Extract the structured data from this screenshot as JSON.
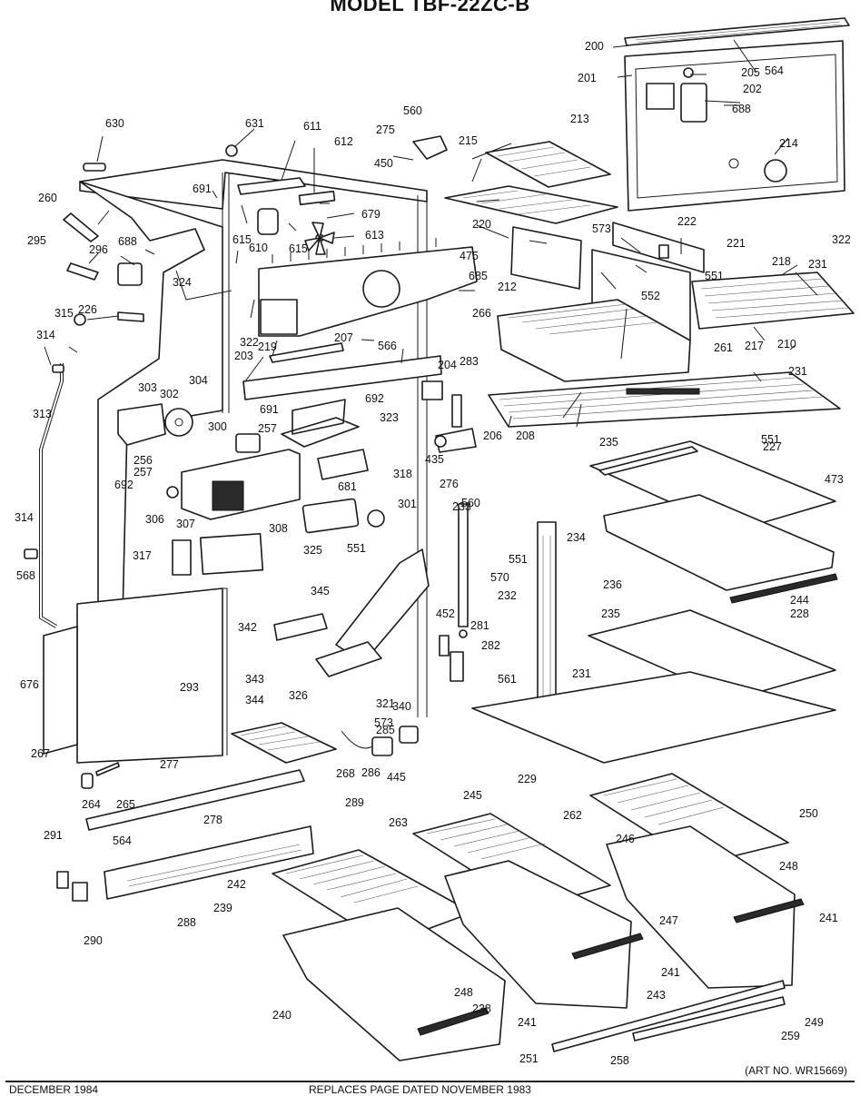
{
  "title": "MODEL TBF-22ZC-B",
  "art_number": "(ART NO. WR15669)",
  "footer": {
    "date": "DECEMBER 1984",
    "replaces": "REPLACES PAGE DATED NOVEMBER 1983"
  },
  "callouts": [
    {
      "id": "200",
      "label": "200"
    },
    {
      "id": "201",
      "label": "201"
    },
    {
      "id": "202",
      "label": "202"
    },
    {
      "id": "203",
      "label": "203"
    },
    {
      "id": "204",
      "label": "204"
    },
    {
      "id": "205",
      "label": "205"
    },
    {
      "id": "206",
      "label": "206"
    },
    {
      "id": "207",
      "label": "207"
    },
    {
      "id": "208",
      "label": "208"
    },
    {
      "id": "210",
      "label": "210"
    },
    {
      "id": "212",
      "label": "212"
    },
    {
      "id": "213",
      "label": "213"
    },
    {
      "id": "214",
      "label": "214"
    },
    {
      "id": "215",
      "label": "215"
    },
    {
      "id": "217",
      "label": "217"
    },
    {
      "id": "218",
      "label": "218"
    },
    {
      "id": "219",
      "label": "219"
    },
    {
      "id": "220",
      "label": "220"
    },
    {
      "id": "221",
      "label": "221"
    },
    {
      "id": "222",
      "label": "222"
    },
    {
      "id": "226",
      "label": "226"
    },
    {
      "id": "227",
      "label": "227"
    },
    {
      "id": "228",
      "label": "228"
    },
    {
      "id": "229",
      "label": "229"
    },
    {
      "id": "231a",
      "label": "231"
    },
    {
      "id": "231b",
      "label": "231"
    },
    {
      "id": "231c",
      "label": "231"
    },
    {
      "id": "232",
      "label": "232"
    },
    {
      "id": "233",
      "label": "233"
    },
    {
      "id": "234",
      "label": "234"
    },
    {
      "id": "235a",
      "label": "235"
    },
    {
      "id": "235b",
      "label": "235"
    },
    {
      "id": "236",
      "label": "236"
    },
    {
      "id": "238",
      "label": "238"
    },
    {
      "id": "239",
      "label": "239"
    },
    {
      "id": "240",
      "label": "240"
    },
    {
      "id": "241a",
      "label": "241"
    },
    {
      "id": "241b",
      "label": "241"
    },
    {
      "id": "241c",
      "label": "241"
    },
    {
      "id": "242",
      "label": "242"
    },
    {
      "id": "243",
      "label": "243"
    },
    {
      "id": "244",
      "label": "244"
    },
    {
      "id": "245",
      "label": "245"
    },
    {
      "id": "246",
      "label": "246"
    },
    {
      "id": "247",
      "label": "247"
    },
    {
      "id": "248a",
      "label": "248"
    },
    {
      "id": "248b",
      "label": "248"
    },
    {
      "id": "249",
      "label": "249"
    },
    {
      "id": "250",
      "label": "250"
    },
    {
      "id": "251",
      "label": "251"
    },
    {
      "id": "256",
      "label": "256"
    },
    {
      "id": "257a",
      "label": "257"
    },
    {
      "id": "257b",
      "label": "257"
    },
    {
      "id": "258",
      "label": "258"
    },
    {
      "id": "259",
      "label": "259"
    },
    {
      "id": "260",
      "label": "260"
    },
    {
      "id": "261",
      "label": "261"
    },
    {
      "id": "262",
      "label": "262"
    },
    {
      "id": "263",
      "label": "263"
    },
    {
      "id": "264",
      "label": "264"
    },
    {
      "id": "265",
      "label": "265"
    },
    {
      "id": "266",
      "label": "266"
    },
    {
      "id": "267",
      "label": "267"
    },
    {
      "id": "268",
      "label": "268"
    },
    {
      "id": "275",
      "label": "275"
    },
    {
      "id": "276",
      "label": "276"
    },
    {
      "id": "277",
      "label": "277"
    },
    {
      "id": "278",
      "label": "278"
    },
    {
      "id": "281",
      "label": "281"
    },
    {
      "id": "282",
      "label": "282"
    },
    {
      "id": "283",
      "label": "283"
    },
    {
      "id": "285",
      "label": "285"
    },
    {
      "id": "286",
      "label": "286"
    },
    {
      "id": "288",
      "label": "288"
    },
    {
      "id": "289",
      "label": "289"
    },
    {
      "id": "290",
      "label": "290"
    },
    {
      "id": "291",
      "label": "291"
    },
    {
      "id": "293",
      "label": "293"
    },
    {
      "id": "295",
      "label": "295"
    },
    {
      "id": "296",
      "label": "296"
    },
    {
      "id": "300",
      "label": "300"
    },
    {
      "id": "301",
      "label": "301"
    },
    {
      "id": "302",
      "label": "302"
    },
    {
      "id": "303",
      "label": "303"
    },
    {
      "id": "304",
      "label": "304"
    },
    {
      "id": "306",
      "label": "306"
    },
    {
      "id": "307",
      "label": "307"
    },
    {
      "id": "308",
      "label": "308"
    },
    {
      "id": "313",
      "label": "313"
    },
    {
      "id": "314a",
      "label": "314"
    },
    {
      "id": "314b",
      "label": "314"
    },
    {
      "id": "315",
      "label": "315"
    },
    {
      "id": "317",
      "label": "317"
    },
    {
      "id": "318",
      "label": "318"
    },
    {
      "id": "321",
      "label": "321"
    },
    {
      "id": "322a",
      "label": "322"
    },
    {
      "id": "322b",
      "label": "322"
    },
    {
      "id": "323",
      "label": "323"
    },
    {
      "id": "324",
      "label": "324"
    },
    {
      "id": "325",
      "label": "325"
    },
    {
      "id": "326",
      "label": "326"
    },
    {
      "id": "340",
      "label": "340"
    },
    {
      "id": "342",
      "label": "342"
    },
    {
      "id": "343",
      "label": "343"
    },
    {
      "id": "344",
      "label": "344"
    },
    {
      "id": "345",
      "label": "345"
    },
    {
      "id": "435",
      "label": "435"
    },
    {
      "id": "445",
      "label": "445"
    },
    {
      "id": "450",
      "label": "450"
    },
    {
      "id": "452",
      "label": "452"
    },
    {
      "id": "473",
      "label": "473"
    },
    {
      "id": "475",
      "label": "475"
    },
    {
      "id": "551a",
      "label": "551"
    },
    {
      "id": "551b",
      "label": "551"
    },
    {
      "id": "551c",
      "label": "551"
    },
    {
      "id": "551d",
      "label": "551"
    },
    {
      "id": "552",
      "label": "552"
    },
    {
      "id": "560a",
      "label": "560"
    },
    {
      "id": "560b",
      "label": "560"
    },
    {
      "id": "561",
      "label": "561"
    },
    {
      "id": "564a",
      "label": "564"
    },
    {
      "id": "564b",
      "label": "564"
    },
    {
      "id": "566",
      "label": "566"
    },
    {
      "id": "568",
      "label": "568"
    },
    {
      "id": "570",
      "label": "570"
    },
    {
      "id": "573a",
      "label": "573"
    },
    {
      "id": "573b",
      "label": "573"
    },
    {
      "id": "610",
      "label": "610"
    },
    {
      "id": "611",
      "label": "611"
    },
    {
      "id": "612",
      "label": "612"
    },
    {
      "id": "613",
      "label": "613"
    },
    {
      "id": "615a",
      "label": "615"
    },
    {
      "id": "615b",
      "label": "615"
    },
    {
      "id": "630",
      "label": "630"
    },
    {
      "id": "631",
      "label": "631"
    },
    {
      "id": "676",
      "label": "676"
    },
    {
      "id": "679",
      "label": "679"
    },
    {
      "id": "681",
      "label": "681"
    },
    {
      "id": "685",
      "label": "685"
    },
    {
      "id": "688a",
      "label": "688"
    },
    {
      "id": "688b",
      "label": "688"
    },
    {
      "id": "691a",
      "label": "691"
    },
    {
      "id": "691b",
      "label": "691"
    },
    {
      "id": "692a",
      "label": "692"
    },
    {
      "id": "692b",
      "label": "692"
    }
  ]
}
